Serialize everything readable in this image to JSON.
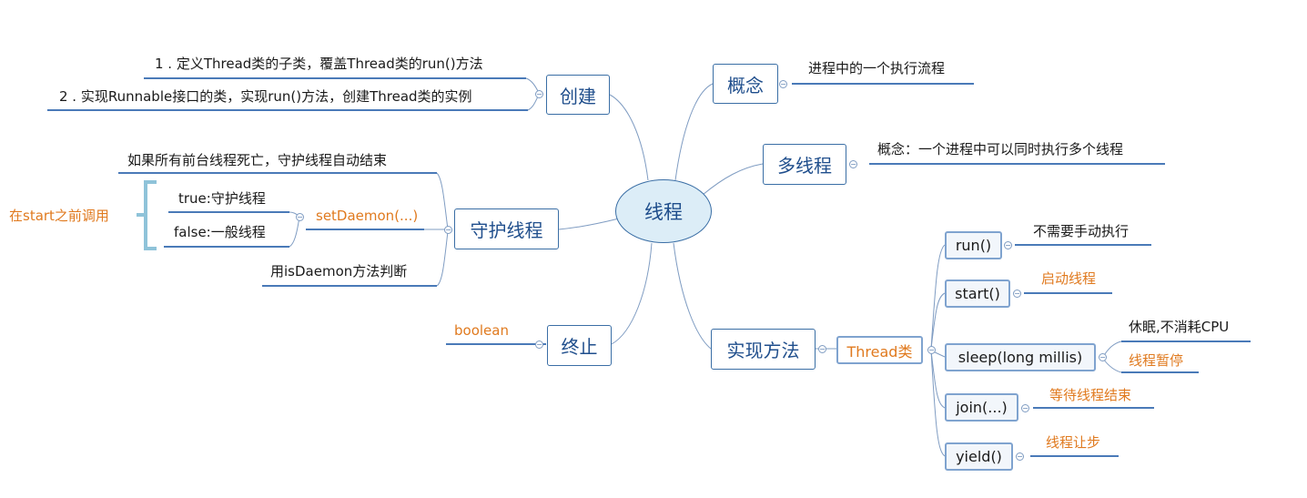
{
  "center": {
    "label": "线程"
  },
  "topics": {
    "create": {
      "label": "创建"
    },
    "concept": {
      "label": "概念"
    },
    "multithread": {
      "label": "多线程"
    },
    "daemon": {
      "label": "守护线程"
    },
    "terminate": {
      "label": "终止"
    },
    "implement": {
      "label": "实现方法"
    }
  },
  "create_items": [
    "1 . 定义Thread类的子类，覆盖Thread类的run()方法",
    "2 . 实现Runnable接口的类，实现run()方法，创建Thread类的实例"
  ],
  "concept_item": "进程中的一个执行流程",
  "multithread_item": "概念：一个进程中可以同时执行多个线程",
  "daemon": {
    "auto_end": "如果所有前台线程死亡，守护线程自动结束",
    "setdaemon": "setDaemon(...)",
    "true_item": "true:守护线程",
    "false_item": "false:一般线程",
    "note": "在start之前调用",
    "isdaemon": "用isDaemon方法判断"
  },
  "terminate_item": "boolean",
  "thread_class": {
    "label": "Thread类",
    "methods": [
      {
        "label": "run()",
        "notes": [
          "不需要手动执行"
        ],
        "note_colors": [
          "#1a1a1a"
        ]
      },
      {
        "label": "start()",
        "notes": [
          "启动线程"
        ],
        "note_colors": [
          "#e07a1f"
        ]
      },
      {
        "label": "sleep(long millis)",
        "notes": [
          "休眠,不消耗CPU",
          "线程暂停"
        ],
        "note_colors": [
          "#1a1a1a",
          "#e07a1f"
        ]
      },
      {
        "label": "join(...)",
        "notes": [
          "等待线程结束"
        ],
        "note_colors": [
          "#e07a1f"
        ]
      },
      {
        "label": "yield()",
        "notes": [
          "线程让步"
        ],
        "note_colors": [
          "#e07a1f"
        ]
      }
    ]
  },
  "colors": {
    "line": "#7f9cc2",
    "underline": "#4a7ab8",
    "orange": "#e07a1f",
    "bracket": "#8fc3d9"
  }
}
